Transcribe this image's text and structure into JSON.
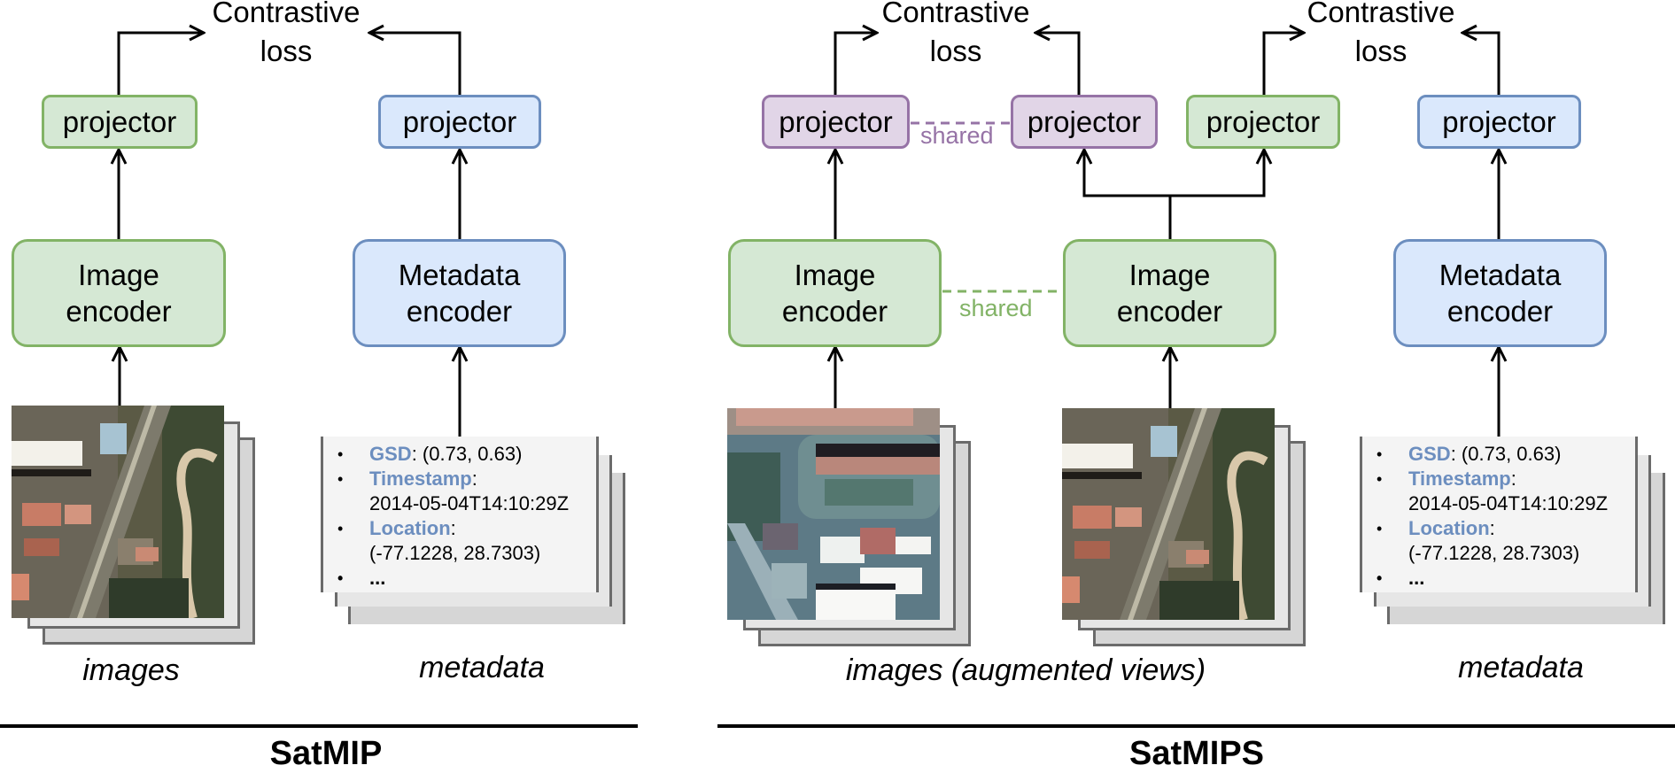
{
  "colors": {
    "green_fill": "#d5e8d4",
    "green_stroke": "#82b366",
    "blue_fill": "#dae8fc",
    "blue_stroke": "#6c8ebf",
    "purple_fill": "#e1d5e7",
    "purple_stroke": "#9673a6",
    "metadata_key": "#6c8ebf"
  },
  "satmip": {
    "loss": {
      "line1": "Contrastive",
      "line2": "loss"
    },
    "image_projector": "projector",
    "metadata_projector": "projector",
    "image_encoder": {
      "line1": "Image",
      "line2": "encoder"
    },
    "metadata_encoder": {
      "line1": "Metadata",
      "line2": "encoder"
    },
    "images_caption": "images",
    "metadata_caption": "metadata",
    "title": "SatMIP",
    "metadata": [
      {
        "key": "GSD",
        "sep": ":",
        "value": " (0.73, 0.63)"
      },
      {
        "key": "Timestamp",
        "sep": ":",
        "value": "2014-05-04T14:10:29Z"
      },
      {
        "key": "Location",
        "sep": ":",
        "value": "(-77.1228, 28.7303)"
      },
      {
        "key": "",
        "sep": "",
        "value": "..."
      }
    ]
  },
  "satmips": {
    "loss_left": {
      "line1": "Contrastive",
      "line2": "loss"
    },
    "loss_right": {
      "line1": "Contrastive",
      "line2": "loss"
    },
    "projector_purple_1": "projector",
    "projector_purple_2": "projector",
    "projector_green": "projector",
    "projector_blue": "projector",
    "shared_projector_label": "shared",
    "shared_encoder_label": "shared",
    "image_encoder_1": {
      "line1": "Image",
      "line2": "encoder"
    },
    "image_encoder_2": {
      "line1": "Image",
      "line2": "encoder"
    },
    "metadata_encoder": {
      "line1": "Metadata",
      "line2": "encoder"
    },
    "images_caption": "images (augmented views)",
    "metadata_caption": "metadata",
    "title": "SatMIPS",
    "metadata": [
      {
        "key": "GSD",
        "sep": ":",
        "value": " (0.73, 0.63)"
      },
      {
        "key": "Timestamp",
        "sep": ":",
        "value": "2014-05-04T14:10:29Z"
      },
      {
        "key": "Location",
        "sep": ":",
        "value": "(-77.1228, 28.7303)"
      },
      {
        "key": "",
        "sep": "",
        "value": "..."
      }
    ]
  }
}
